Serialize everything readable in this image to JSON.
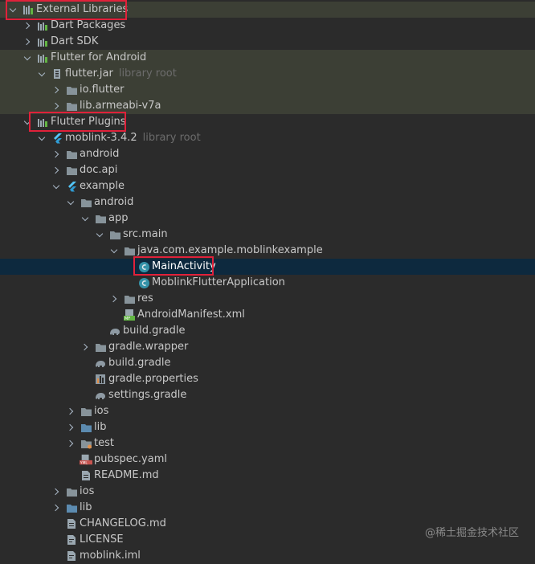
{
  "tree": [
    {
      "label": "External Libraries",
      "depth": 0,
      "arrow": "expanded",
      "icon": "library-bars-icon",
      "band": true
    },
    {
      "label": "Dart Packages",
      "depth": 1,
      "arrow": "collapsed",
      "icon": "library-folder-icon"
    },
    {
      "label": "Dart SDK",
      "depth": 1,
      "arrow": "collapsed",
      "icon": "library-folder-icon"
    },
    {
      "label": "Flutter for Android",
      "depth": 1,
      "arrow": "expanded",
      "icon": "library-folder-icon",
      "band": true
    },
    {
      "label": "flutter.jar",
      "hint": "library root",
      "depth": 2,
      "arrow": "expanded",
      "icon": "jar-icon",
      "band": true
    },
    {
      "label": "io.flutter",
      "depth": 3,
      "arrow": "collapsed",
      "icon": "folder-icon",
      "band": true
    },
    {
      "label": "lib.armeabi-v7a",
      "depth": 3,
      "arrow": "collapsed",
      "icon": "folder-icon",
      "band": true
    },
    {
      "label": "Flutter Plugins",
      "depth": 1,
      "arrow": "expanded",
      "icon": "library-folder-icon"
    },
    {
      "label": "moblink-3.4.2",
      "hint": "library root",
      "depth": 2,
      "arrow": "expanded",
      "icon": "flutter-icon"
    },
    {
      "label": "android",
      "depth": 3,
      "arrow": "collapsed",
      "icon": "folder-icon"
    },
    {
      "label": "doc.api",
      "depth": 3,
      "arrow": "collapsed",
      "icon": "folder-icon"
    },
    {
      "label": "example",
      "depth": 3,
      "arrow": "expanded",
      "icon": "flutter-icon"
    },
    {
      "label": "android",
      "depth": 4,
      "arrow": "expanded",
      "icon": "folder-icon"
    },
    {
      "label": "app",
      "depth": 5,
      "arrow": "expanded",
      "icon": "folder-icon"
    },
    {
      "label": "src.main",
      "depth": 6,
      "arrow": "expanded",
      "icon": "folder-icon"
    },
    {
      "label": "java.com.example.moblinkexample",
      "depth": 7,
      "arrow": "expanded",
      "icon": "folder-icon"
    },
    {
      "label": "MainActivity",
      "depth": 8,
      "arrow": "none",
      "icon": "class-icon",
      "selected": true
    },
    {
      "label": "MoblinkFlutterApplication",
      "depth": 8,
      "arrow": "none",
      "icon": "class-icon"
    },
    {
      "label": "res",
      "depth": 7,
      "arrow": "collapsed",
      "icon": "folder-icon"
    },
    {
      "label": "AndroidManifest.xml",
      "depth": 7,
      "arrow": "none",
      "icon": "manifest-icon"
    },
    {
      "label": "build.gradle",
      "depth": 6,
      "arrow": "none",
      "icon": "gradle-elephant-icon"
    },
    {
      "label": "gradle.wrapper",
      "depth": 5,
      "arrow": "collapsed",
      "icon": "folder-icon"
    },
    {
      "label": "build.gradle",
      "depth": 5,
      "arrow": "none",
      "icon": "gradle-elephant-icon"
    },
    {
      "label": "gradle.properties",
      "depth": 5,
      "arrow": "none",
      "icon": "properties-icon"
    },
    {
      "label": "settings.gradle",
      "depth": 5,
      "arrow": "none",
      "icon": "gradle-elephant-icon"
    },
    {
      "label": "ios",
      "depth": 4,
      "arrow": "collapsed",
      "icon": "folder-icon"
    },
    {
      "label": "lib",
      "depth": 4,
      "arrow": "collapsed",
      "icon": "source-folder-icon"
    },
    {
      "label": "test",
      "depth": 4,
      "arrow": "collapsed",
      "icon": "test-folder-icon"
    },
    {
      "label": "pubspec.yaml",
      "depth": 4,
      "arrow": "none",
      "icon": "yaml-icon"
    },
    {
      "label": "README.md",
      "depth": 4,
      "arrow": "none",
      "icon": "markdown-icon"
    },
    {
      "label": "ios",
      "depth": 3,
      "arrow": "collapsed",
      "icon": "folder-icon"
    },
    {
      "label": "lib",
      "depth": 3,
      "arrow": "collapsed",
      "icon": "source-folder-icon"
    },
    {
      "label": "CHANGELOG.md",
      "depth": 3,
      "arrow": "none",
      "icon": "markdown-icon"
    },
    {
      "label": "LICENSE",
      "depth": 3,
      "arrow": "none",
      "icon": "text-file-icon"
    },
    {
      "label": "moblink.iml",
      "depth": 3,
      "arrow": "none",
      "icon": "text-file-icon"
    }
  ],
  "watermark": "@稀土掘金技术社区",
  "colors": {
    "background": "#2b2b2b",
    "band": "#3c3f35",
    "selected": "#0d293e",
    "highlight": "#e0213a",
    "folder": "#87939a",
    "class": "#3592a8"
  }
}
